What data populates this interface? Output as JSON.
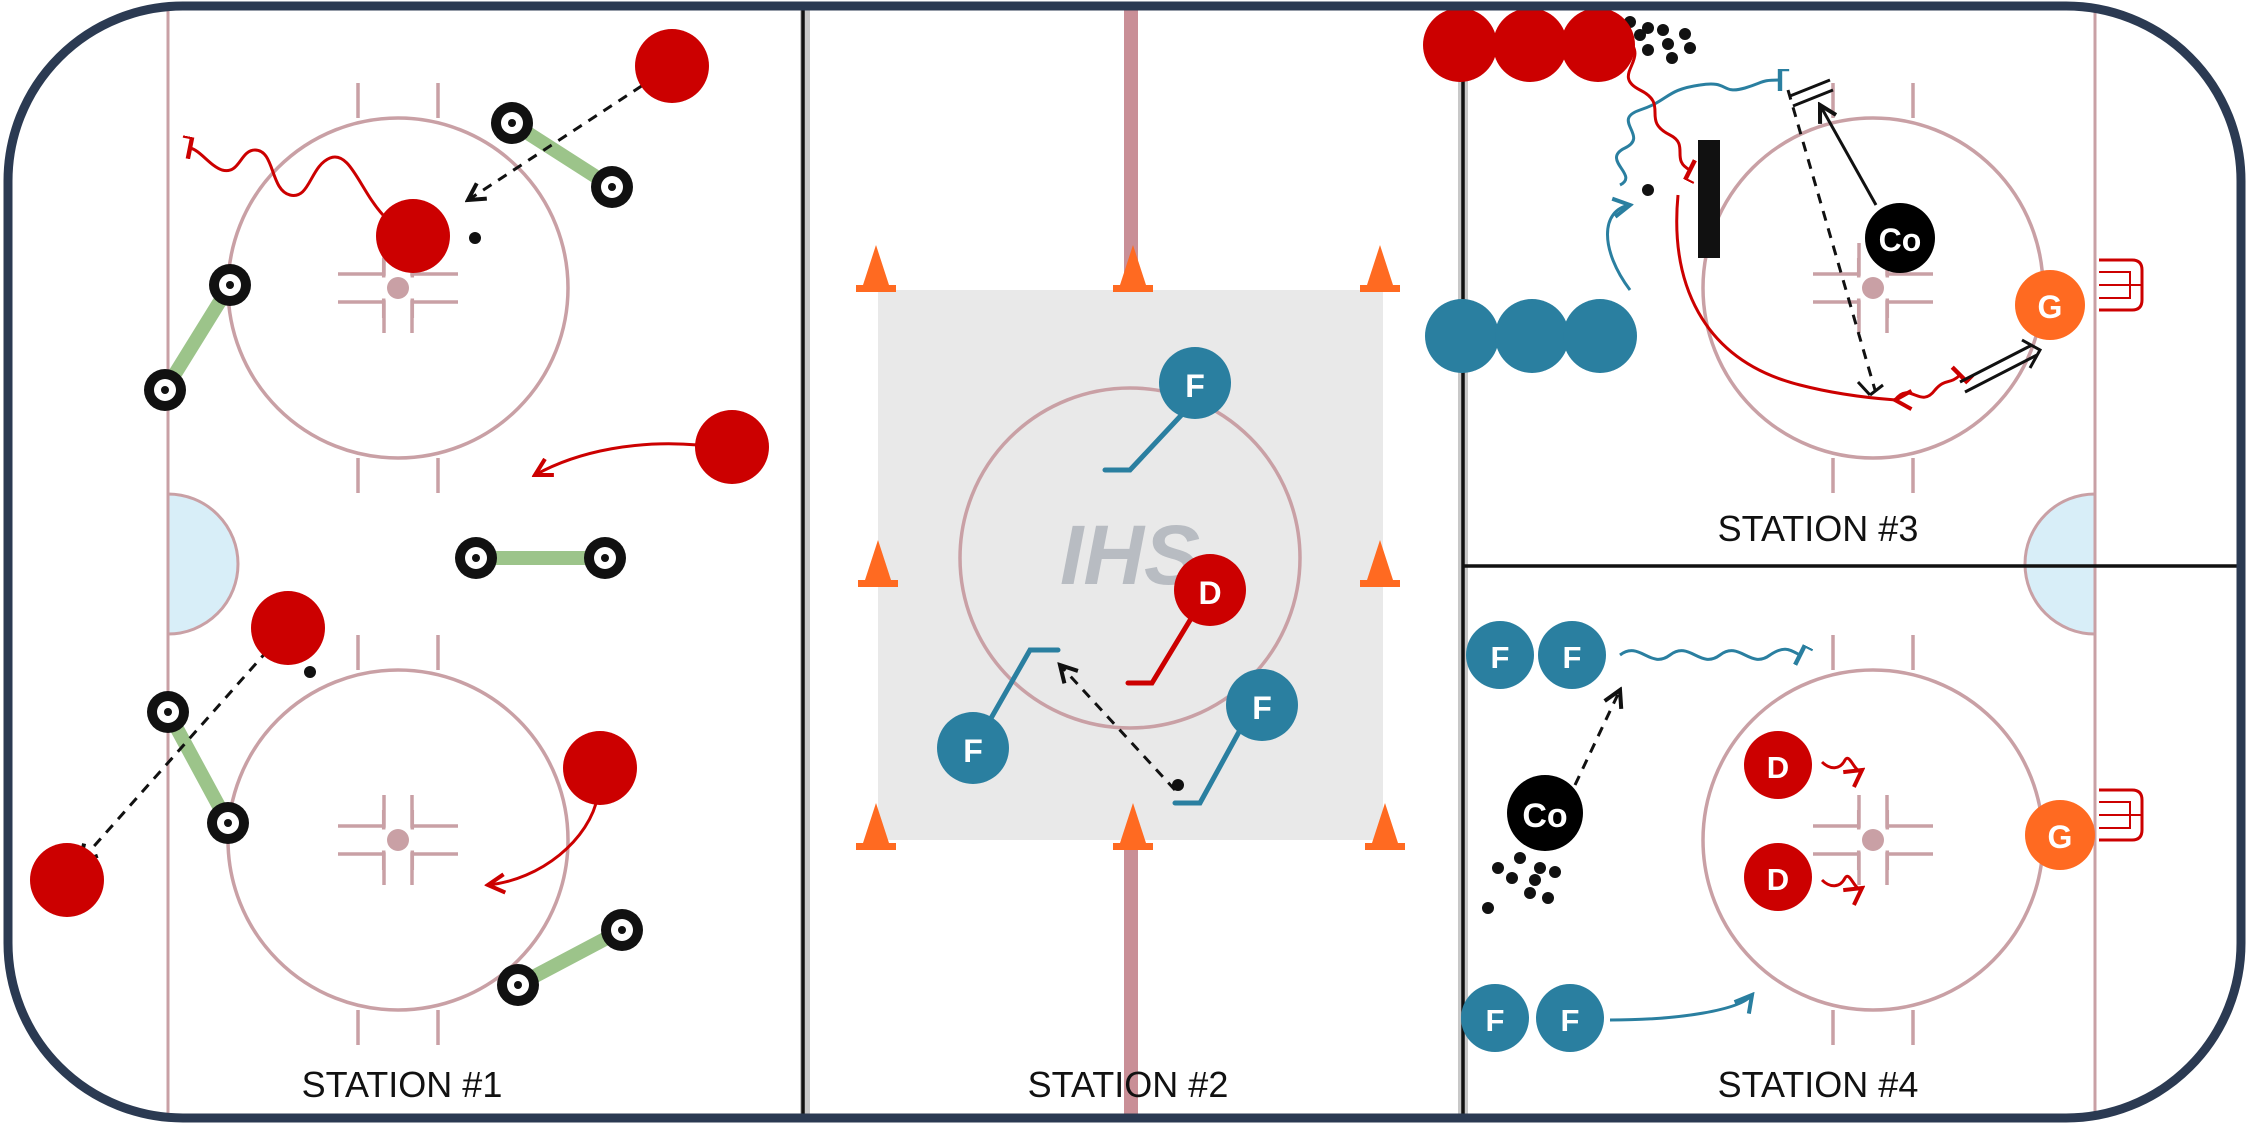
{
  "colors": {
    "rink_border": "#2b3a52",
    "rink_line": "#c9a0a5",
    "center_red": "#c98f97",
    "red_player": "#cc0000",
    "blue_player": "#2a7fa0",
    "coach": "#000000",
    "goalie": "#ff6a21",
    "cone": "#ff6a21",
    "crease": "#d8eef8",
    "tire_bar": "#9cc48a",
    "grey_zone": "#e9e9e9",
    "divider": "#111111"
  },
  "stations": {
    "s1": "STATION #1",
    "s2": "STATION #2",
    "s3": "STATION #3",
    "s4": "STATION #4"
  },
  "logo_text": "IHS",
  "players": {
    "forward": "F",
    "defense": "D",
    "coach": "Co",
    "goalie": "G"
  },
  "icons": [
    "tire-icon",
    "cone-icon",
    "puck-icon",
    "net-icon",
    "stick-icon",
    "barrier-icon"
  ]
}
